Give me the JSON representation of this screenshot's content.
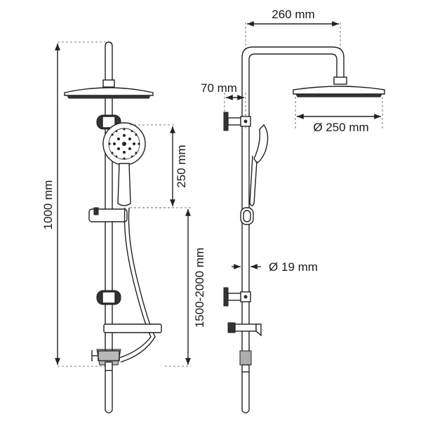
{
  "diagram": {
    "front_view": {
      "height_label": "1000 mm",
      "handshower_label": "250 mm",
      "adjustable_label": "1500-2000 mm"
    },
    "side_view": {
      "arm_label": "260 mm",
      "offset_label": "70 mm",
      "head_diameter_label": "Ø 250 mm",
      "pipe_diameter_label": "Ø 19 mm"
    }
  }
}
